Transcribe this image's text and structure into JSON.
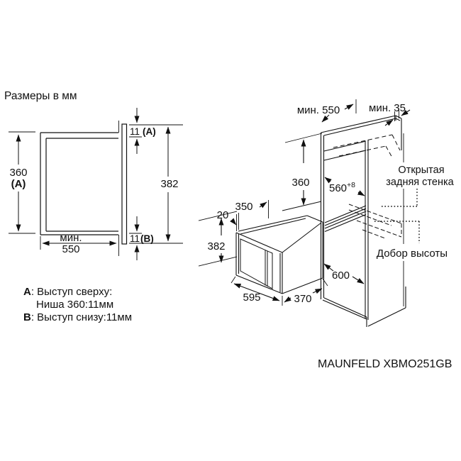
{
  "title": "Размеры в мм",
  "model": "MAUNFELD XBMO251GB",
  "front_view": {
    "niche_height": "360",
    "niche_height_ref": "(A)",
    "min_label": "мин.",
    "min_width": "550",
    "top_gap": "11",
    "top_gap_ref": "(A)",
    "front_height": "382",
    "bottom_gap": "11",
    "bottom_gap_ref": "(B)"
  },
  "notes": {
    "a_key": "A",
    "a_text": ": Выступ сверху:",
    "a_text2": "Ниша 360:11мм",
    "b_key": "B",
    "b_text": ": Выступ снизу:11мм"
  },
  "cabinet": {
    "min_depth": "мин. 550",
    "min_back_gap": "мин. 35",
    "niche_height": "360",
    "niche_width": "560",
    "niche_width_tol": "+8",
    "lower_height": "600",
    "open_back_line1": "Открытая",
    "open_back_line2": "задняя стенка",
    "height_filler": "Добор высоты"
  },
  "microwave": {
    "min_depth": "350",
    "door_offset": "20",
    "height": "382",
    "width": "595",
    "depth": "370"
  }
}
